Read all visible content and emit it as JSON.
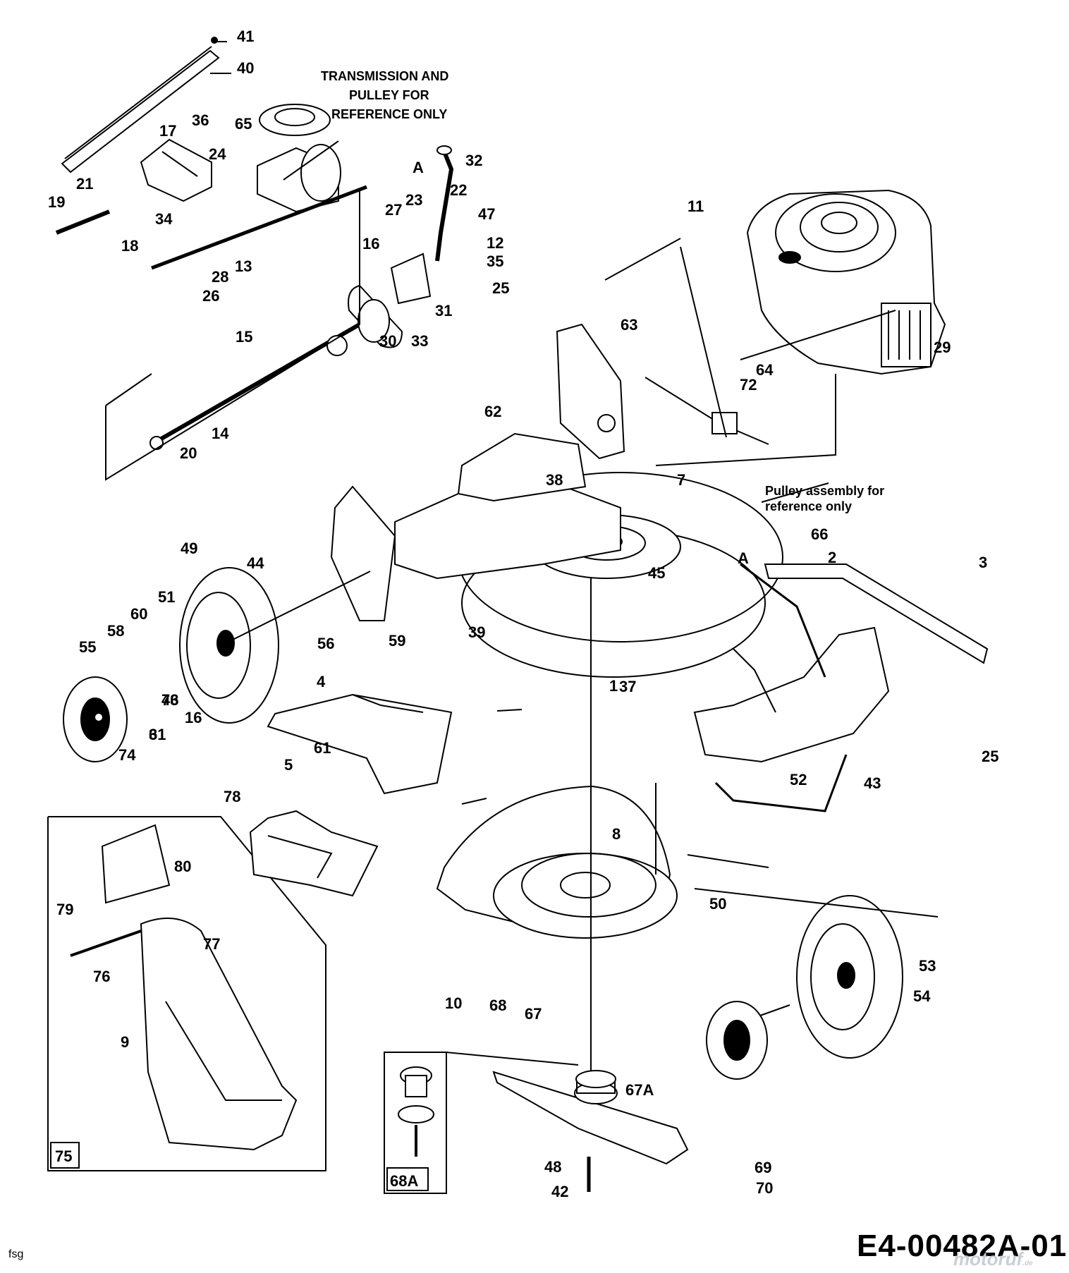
{
  "diagram": {
    "drawing_code": "E4-00482A-01",
    "corner_note": "fsg",
    "watermark": "motoruf",
    "watermark_tld": ".de",
    "notes": {
      "transmission": [
        "TRANSMISSION AND",
        "PULLEY FOR",
        "REFERENCE ONLY"
      ],
      "pulley": [
        "Pulley assembly for",
        "reference only"
      ]
    },
    "reference_letter": "A",
    "inset_labels": [
      "75",
      "68A"
    ],
    "part_numbers": [
      "41",
      "40",
      "36",
      "17",
      "24",
      "65",
      "21",
      "19",
      "34",
      "18",
      "13",
      "28",
      "26",
      "32",
      "22",
      "23",
      "47",
      "27",
      "12",
      "16",
      "35",
      "25",
      "31",
      "33",
      "30",
      "15",
      "14",
      "20",
      "11",
      "29",
      "64",
      "72",
      "63",
      "62",
      "38",
      "7",
      "66",
      "2",
      "45",
      "49",
      "44",
      "51",
      "60",
      "58",
      "55",
      "56",
      "59",
      "39",
      "37",
      "1",
      "3",
      "6",
      "46",
      "16",
      "25",
      "31",
      "73",
      "4",
      "5",
      "61",
      "74",
      "78",
      "80",
      "79",
      "77",
      "76",
      "9",
      "8",
      "10",
      "68",
      "67",
      "67A",
      "69",
      "70",
      "48",
      "42",
      "43",
      "52",
      "50",
      "53",
      "54"
    ]
  }
}
